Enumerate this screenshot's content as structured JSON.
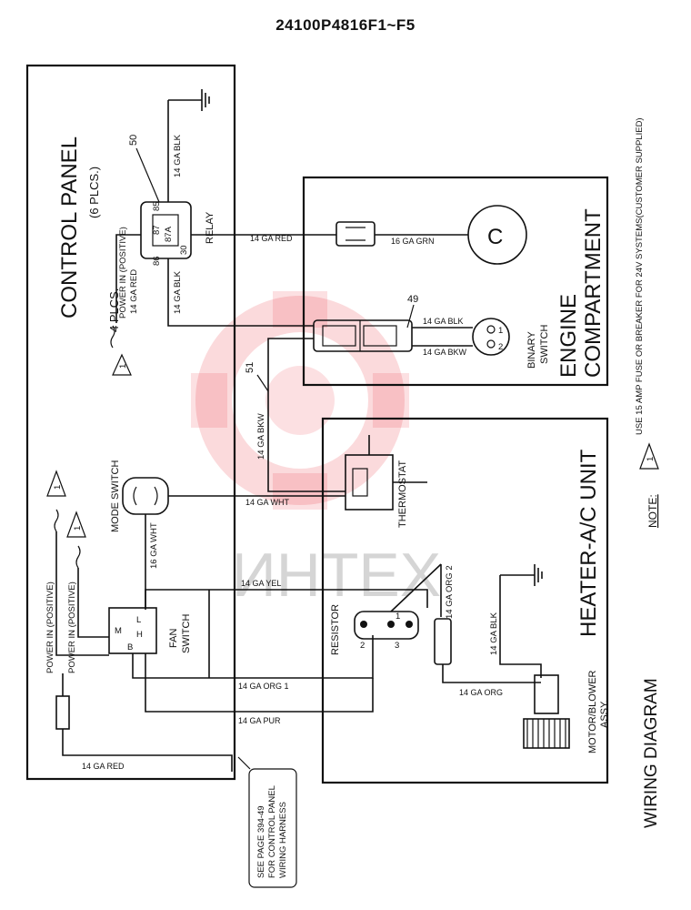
{
  "doc_title": "24100P4816F1~F5",
  "sections": {
    "control_panel": "CONTROL PANEL",
    "engine_compartment_1": "ENGINE",
    "engine_compartment_2": "COMPARTMENT",
    "heater_unit": "HEATER-A/C UNIT",
    "wiring_diagram": "WIRING DIAGRAM"
  },
  "quantities": {
    "six_places": "(6 PLCS.)",
    "four_places": "4 PLCS."
  },
  "components": {
    "relay": "RELAY",
    "binary_1": "BINARY",
    "binary_2": "SWITCH",
    "thermostat": "THERMOSTAT",
    "mode_switch": "MODE SWITCH",
    "fan_1": "FAN",
    "fan_2": "SWITCH",
    "resistor": "RESISTOR",
    "motor_1": "MOTOR/BLOWER",
    "motor_2": "ASSY."
  },
  "relay_pins": {
    "p85": "85",
    "p87": "87",
    "p87a": "87A",
    "p86": "86",
    "p30": "30"
  },
  "fan_pins": {
    "m": "M",
    "l": "L",
    "h": "H",
    "b": "B"
  },
  "resistor_pins": {
    "p1": "1",
    "p2": "2",
    "p3": "3"
  },
  "binary_pins": {
    "p1": "1",
    "p2": "2"
  },
  "callouts": {
    "c50": "50",
    "c49": "49",
    "c51": "51"
  },
  "wires": {
    "blk_50": "14 GA BLK",
    "red_relay": "14 GA RED",
    "grn": "16 GA GRN",
    "power_in_pos": "POWER IN (POSITIVE)",
    "red_power": "14 GA RED",
    "blk_86": "14 GA BLK",
    "blk_49": "14 GA BLK",
    "bkw_binary": "14 GA BKW",
    "bkw_51": "14 GA BKW",
    "wht_thermo": "14 GA WHT",
    "wht_mode": "16 GA WHT",
    "yel": "14 GA YEL",
    "org2": "14 GA ORG 2",
    "blk_motor": "14 GA BLK",
    "org1": "14 GA ORG 1",
    "org_motor": "14 GA ORG",
    "pur": "14 GA PUR",
    "red_bottom": "14 GA RED",
    "power_in_1": "POWER IN (POSITIVE)",
    "power_in_2": "POWER IN (POSITIVE)"
  },
  "notes": {
    "note_label": "NOTE:",
    "note_text": "USE 15 AMP FUSE OR BREAKER FOR 24V SYSTEMS(CUSTOMER SUPPLIED)",
    "marker": "1"
  },
  "reference": {
    "line1": "SEE PAGE 394-49",
    "line2": "FOR CONTROL PANEL",
    "line3": "WIRING HARNESS"
  },
  "watermark": "ИНТЕХ"
}
